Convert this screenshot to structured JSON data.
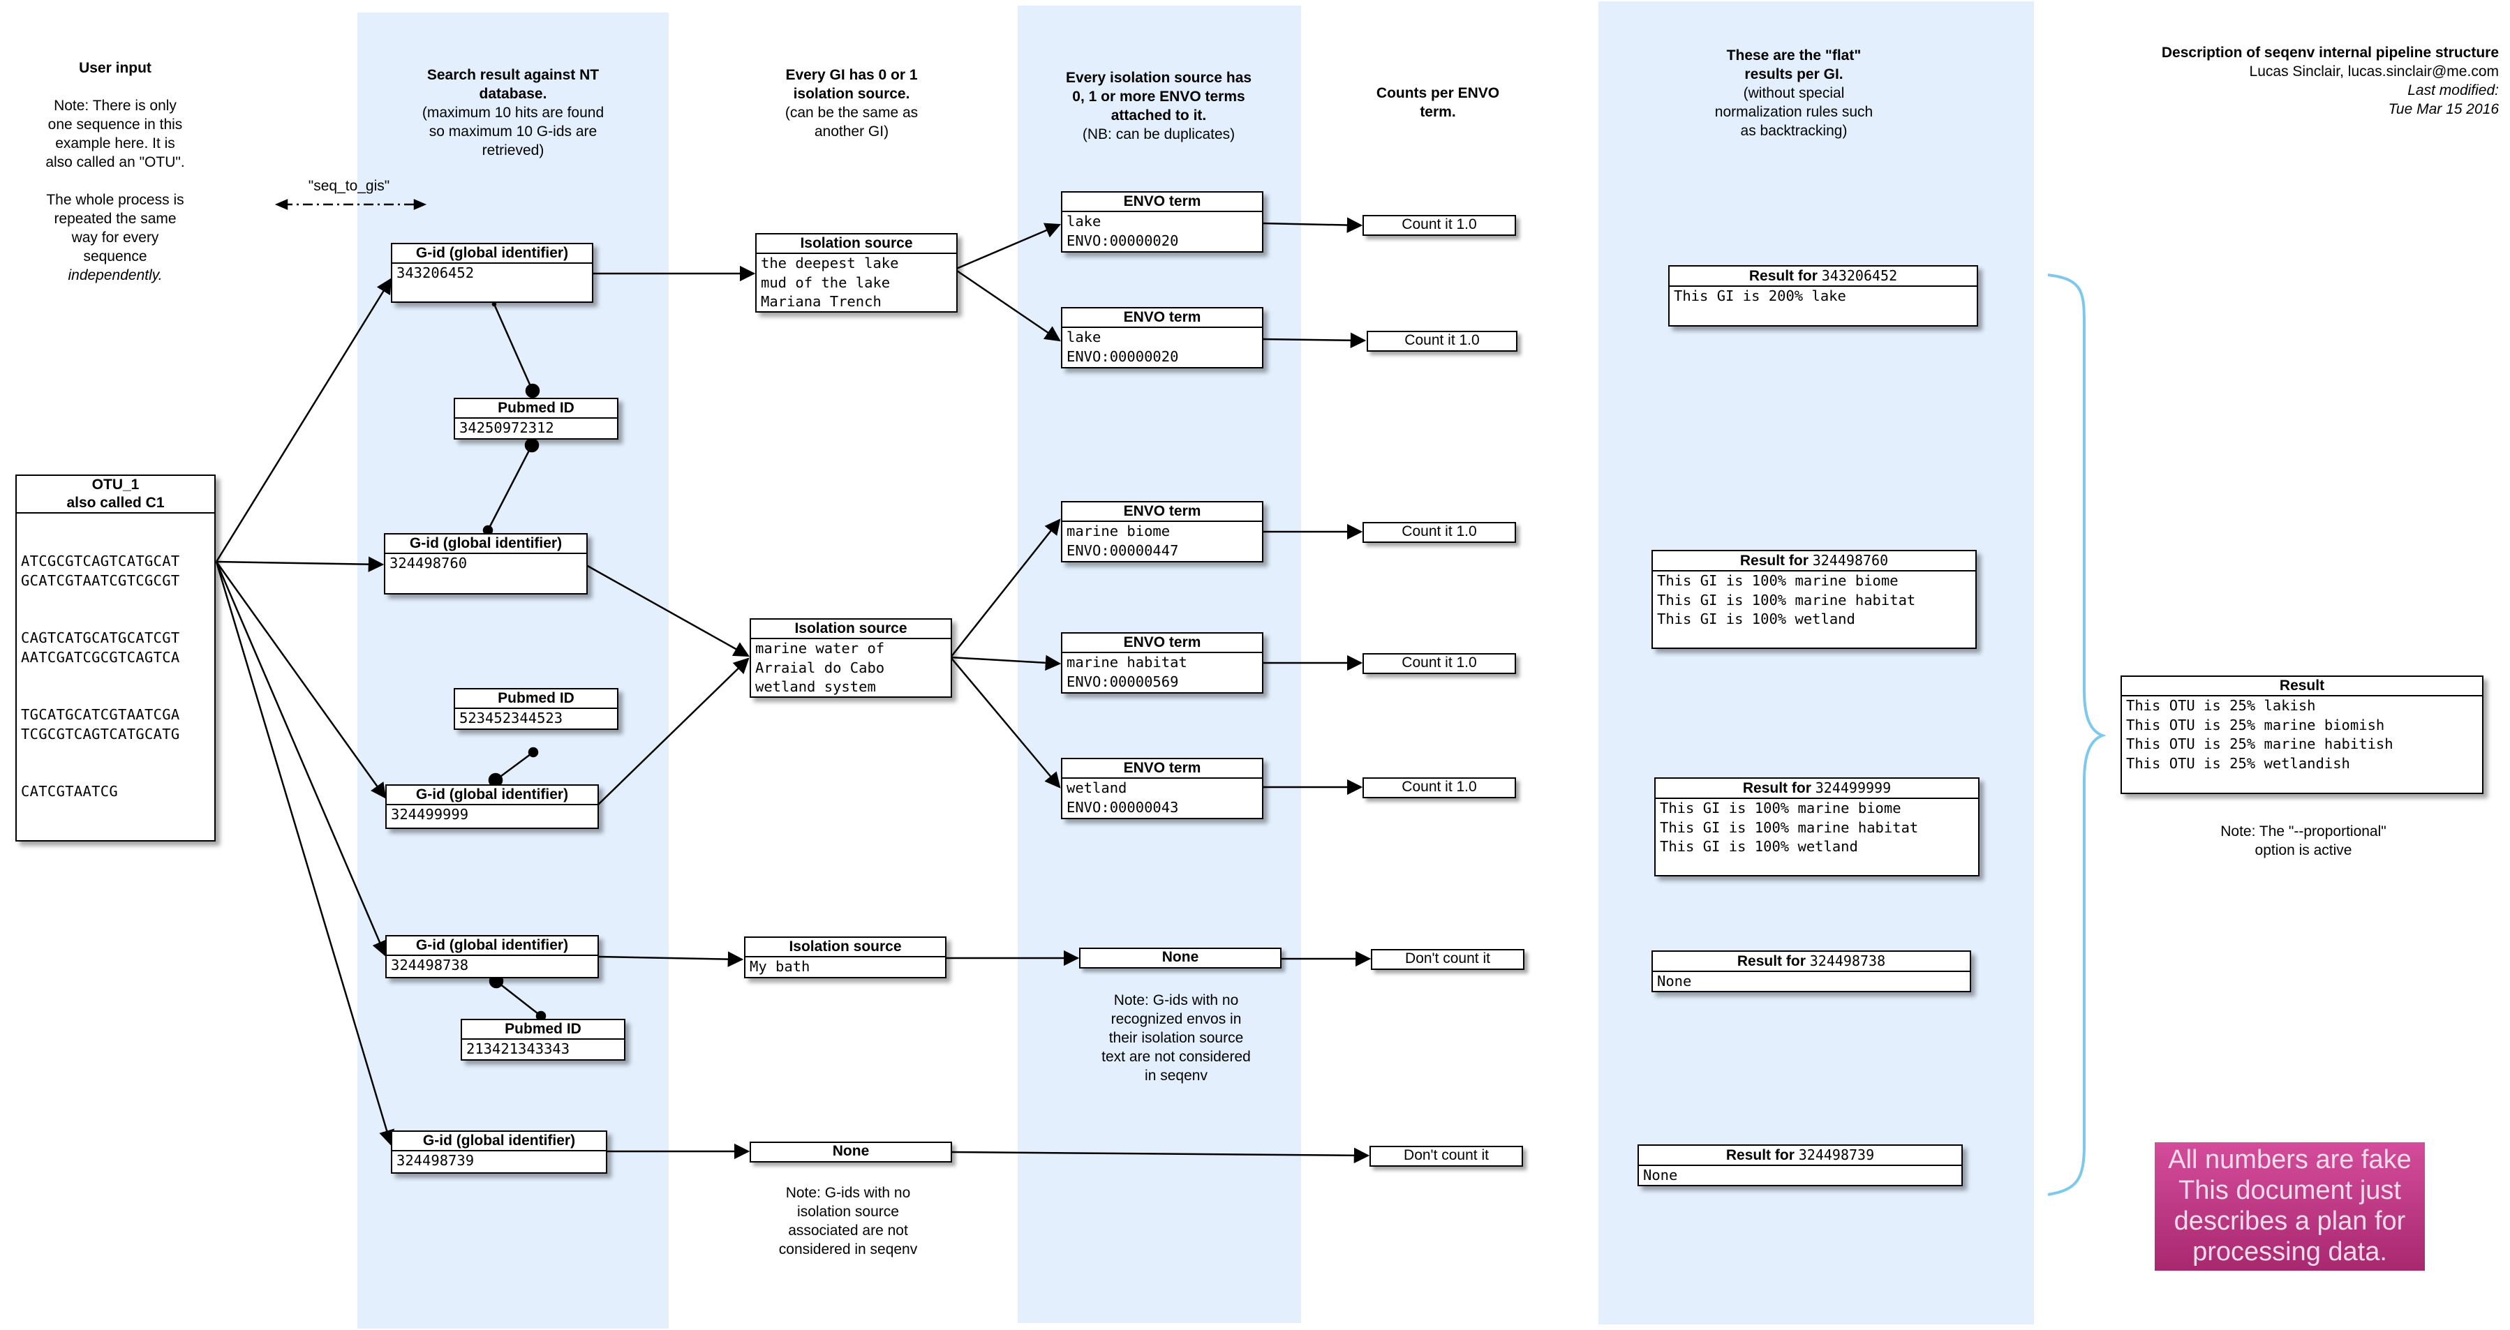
{
  "columns": {
    "user_input": {
      "title": "User input",
      "note1": [
        "Note: There is only",
        "one sequence in this",
        "example here. It is",
        "also called an \"OTU\"."
      ],
      "note2": [
        "The whole process is",
        "repeated the same",
        "way for every",
        "sequence",
        "independently."
      ]
    },
    "search": {
      "title": [
        "Search result against NT",
        "database."
      ],
      "sub": [
        "(maximum 10 hits are found",
        "so maximum 10 G-ids are",
        "retrieved)"
      ]
    },
    "isolation": {
      "title": [
        "Every GI has 0 or 1",
        "isolation source."
      ],
      "sub": [
        "(can be the same as",
        "another GI)"
      ]
    },
    "envo": {
      "title": [
        "Every isolation source has",
        "0, 1 or more ENVO terms",
        "attached to it."
      ],
      "sub": "(NB: can be duplicates)"
    },
    "counts": {
      "title": [
        "Counts per ENVO",
        "term."
      ]
    },
    "flat": {
      "title": [
        "These are the \"flat\"",
        "results per GI."
      ],
      "sub": [
        "(without special",
        "normalization rules such",
        "as backtracking)"
      ]
    }
  },
  "doc": {
    "title": "Description of seqenv internal pipeline structure",
    "author": "Lucas Sinclair, lucas.sinclair@me.com",
    "modified_label": "Last modified:",
    "modified_date": "Tue Mar 15 2016"
  },
  "legend": {
    "seq_to_gis": "\"seq_to_gis\""
  },
  "otu": {
    "title": [
      "OTU_1",
      "also called C1"
    ],
    "sequence": [
      "ATCGCGTCAGTCATGCAT",
      "GCATCGTAATCGTCGCGT",
      "CAGTCATGCATGCATCGT",
      "AATCGATCGCGTCAGTCA",
      "TGCATGCATCGTAATCGA",
      "TCGCGTCAGTCATGCATG",
      "CATCGTAATCG"
    ]
  },
  "gids": [
    {
      "header": "G-id (global identifier)",
      "value": "343206452"
    },
    {
      "header": "G-id (global identifier)",
      "value": "324498760"
    },
    {
      "header": "G-id (global identifier)",
      "value": "324499999"
    },
    {
      "header": "G-id (global identifier)",
      "value": "324498738"
    },
    {
      "header": "G-id (global identifier)",
      "value": "324498739"
    }
  ],
  "pubmeds": [
    {
      "header": "Pubmed ID",
      "value": "34250972312"
    },
    {
      "header": "Pubmed ID",
      "value": "523452344523"
    },
    {
      "header": "Pubmed ID",
      "value": "213421343343"
    }
  ],
  "isolation_sources": [
    {
      "header": "Isolation source",
      "lines": [
        "the deepest lake",
        "mud of the lake",
        "Mariana Trench"
      ]
    },
    {
      "header": "Isolation source",
      "lines": [
        "marine water of",
        "Arraial do Cabo",
        "wetland system"
      ]
    },
    {
      "header": "Isolation source",
      "lines": [
        "My bath"
      ]
    }
  ],
  "none_label": "None",
  "notes": {
    "no_isolation": [
      "Note: G-ids with no",
      "isolation source",
      "associated are not",
      "considered in seqenv"
    ],
    "no_envo": [
      "Note: G-ids with no",
      "recognized envos in",
      "their isolation source",
      "text are not considered",
      "in seqenv"
    ],
    "proportional": [
      "Note: The \"--proportional\"",
      "option is active"
    ]
  },
  "envo_terms": [
    {
      "header": "ENVO term",
      "lines": [
        "lake",
        "ENVO:00000020"
      ]
    },
    {
      "header": "ENVO term",
      "lines": [
        "lake",
        "ENVO:00000020"
      ]
    },
    {
      "header": "ENVO term",
      "lines": [
        "marine biome",
        "ENVO:00000447"
      ]
    },
    {
      "header": "ENVO term",
      "lines": [
        "marine habitat",
        "ENVO:00000569"
      ]
    },
    {
      "header": "ENVO term",
      "lines": [
        "wetland",
        "ENVO:00000043"
      ]
    }
  ],
  "count_label": "Count it 1.0",
  "dont_count_label": "Don't count it",
  "results": [
    {
      "prefix": "Result for",
      "id": "343206452",
      "lines": [
        "This GI is 200% lake"
      ]
    },
    {
      "prefix": "Result for",
      "id": "324498760",
      "lines": [
        "This GI is 100% marine biome",
        "This GI is 100% marine habitat",
        "This GI is 100% wetland"
      ]
    },
    {
      "prefix": "Result for",
      "id": "324499999",
      "lines": [
        "This GI is 100% marine biome",
        "This GI is 100% marine habitat",
        "This GI is 100% wetland"
      ]
    },
    {
      "prefix": "Result for",
      "id": "324498738",
      "lines": [
        "None"
      ]
    },
    {
      "prefix": "Result for",
      "id": "324498739",
      "lines": [
        "None"
      ]
    }
  ],
  "final": {
    "header": "Result",
    "lines": [
      "This OTU is 25% lakish",
      "This OTU is 25% marine biomish",
      "This OTU is 25% marine habitish",
      "This OTU is 25% wetlandish"
    ]
  },
  "fake_banner": [
    "All numbers are fake",
    "This document just",
    "describes a plan for",
    "processing data."
  ],
  "colors": {
    "band": "#e3effd",
    "brace": "#7dc9ee",
    "banner": "#c03a86"
  }
}
